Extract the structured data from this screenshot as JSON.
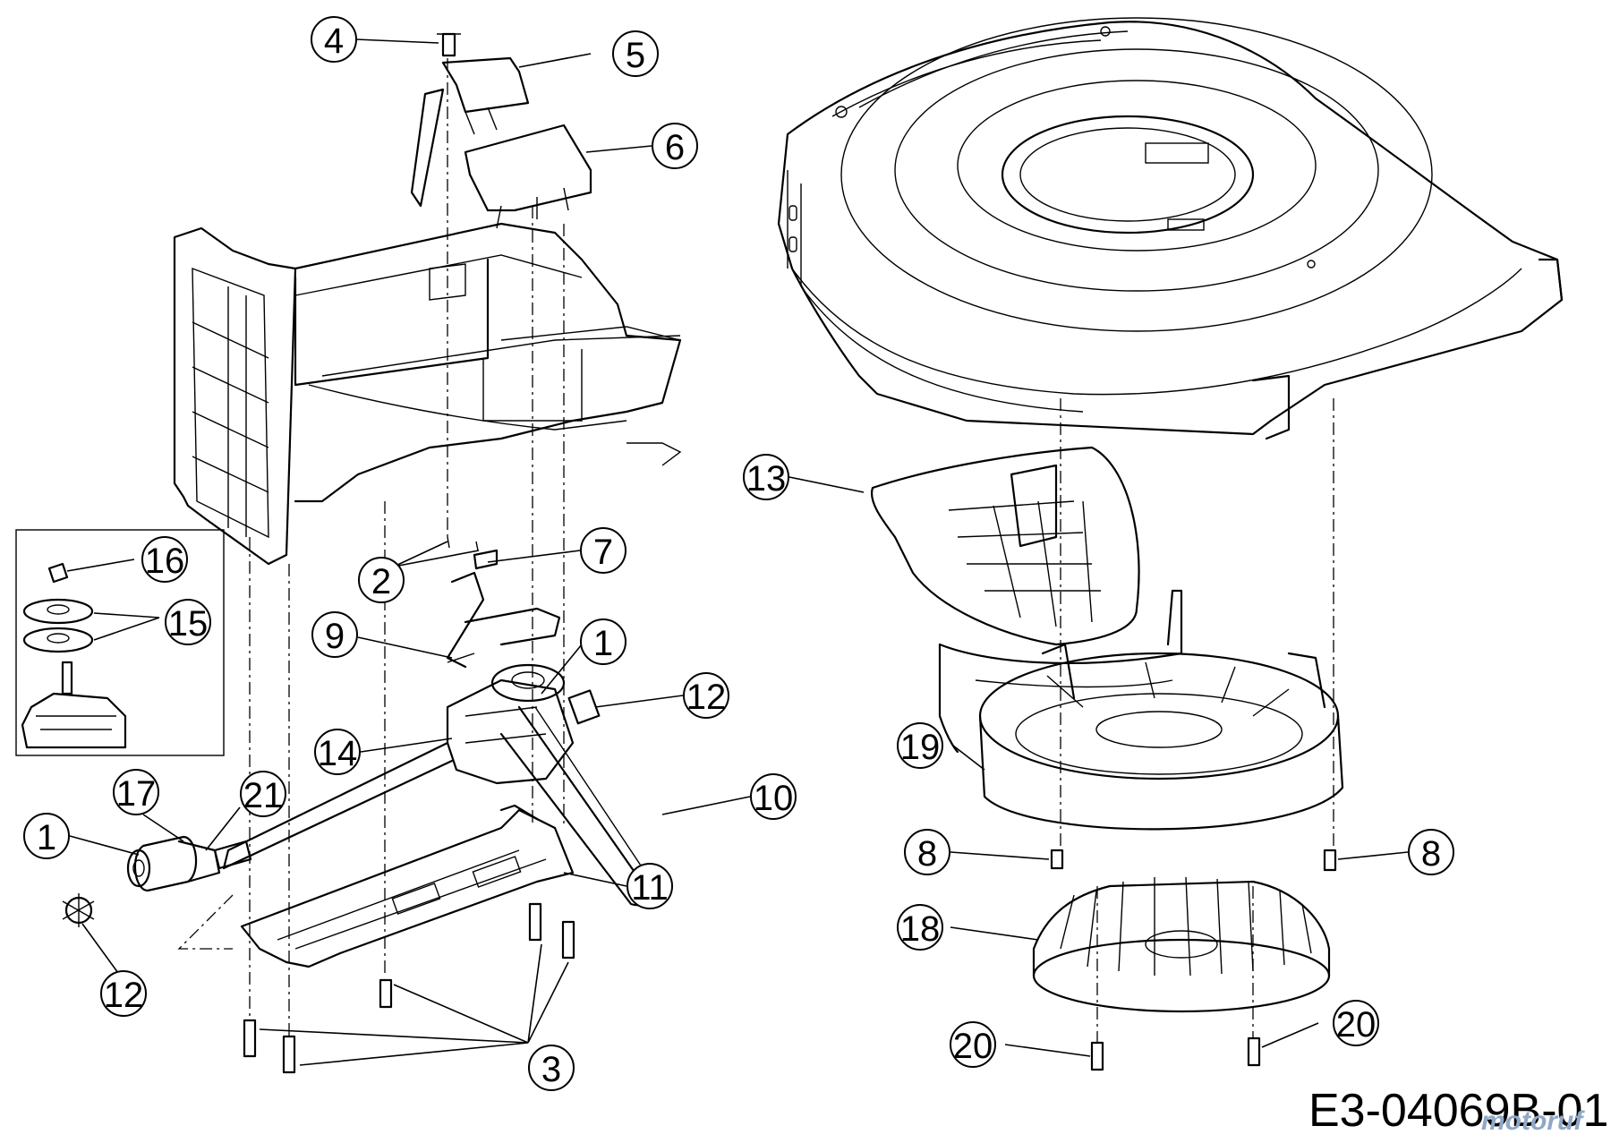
{
  "callouts": [
    "1",
    "2",
    "3",
    "4",
    "5",
    "6",
    "7",
    "8",
    "9",
    "10",
    "11",
    "12",
    "13",
    "14",
    "15",
    "16",
    "17",
    "18",
    "19",
    "20",
    "21"
  ],
  "drawing_code": "E3-04069B-01",
  "watermark": "motoruf"
}
